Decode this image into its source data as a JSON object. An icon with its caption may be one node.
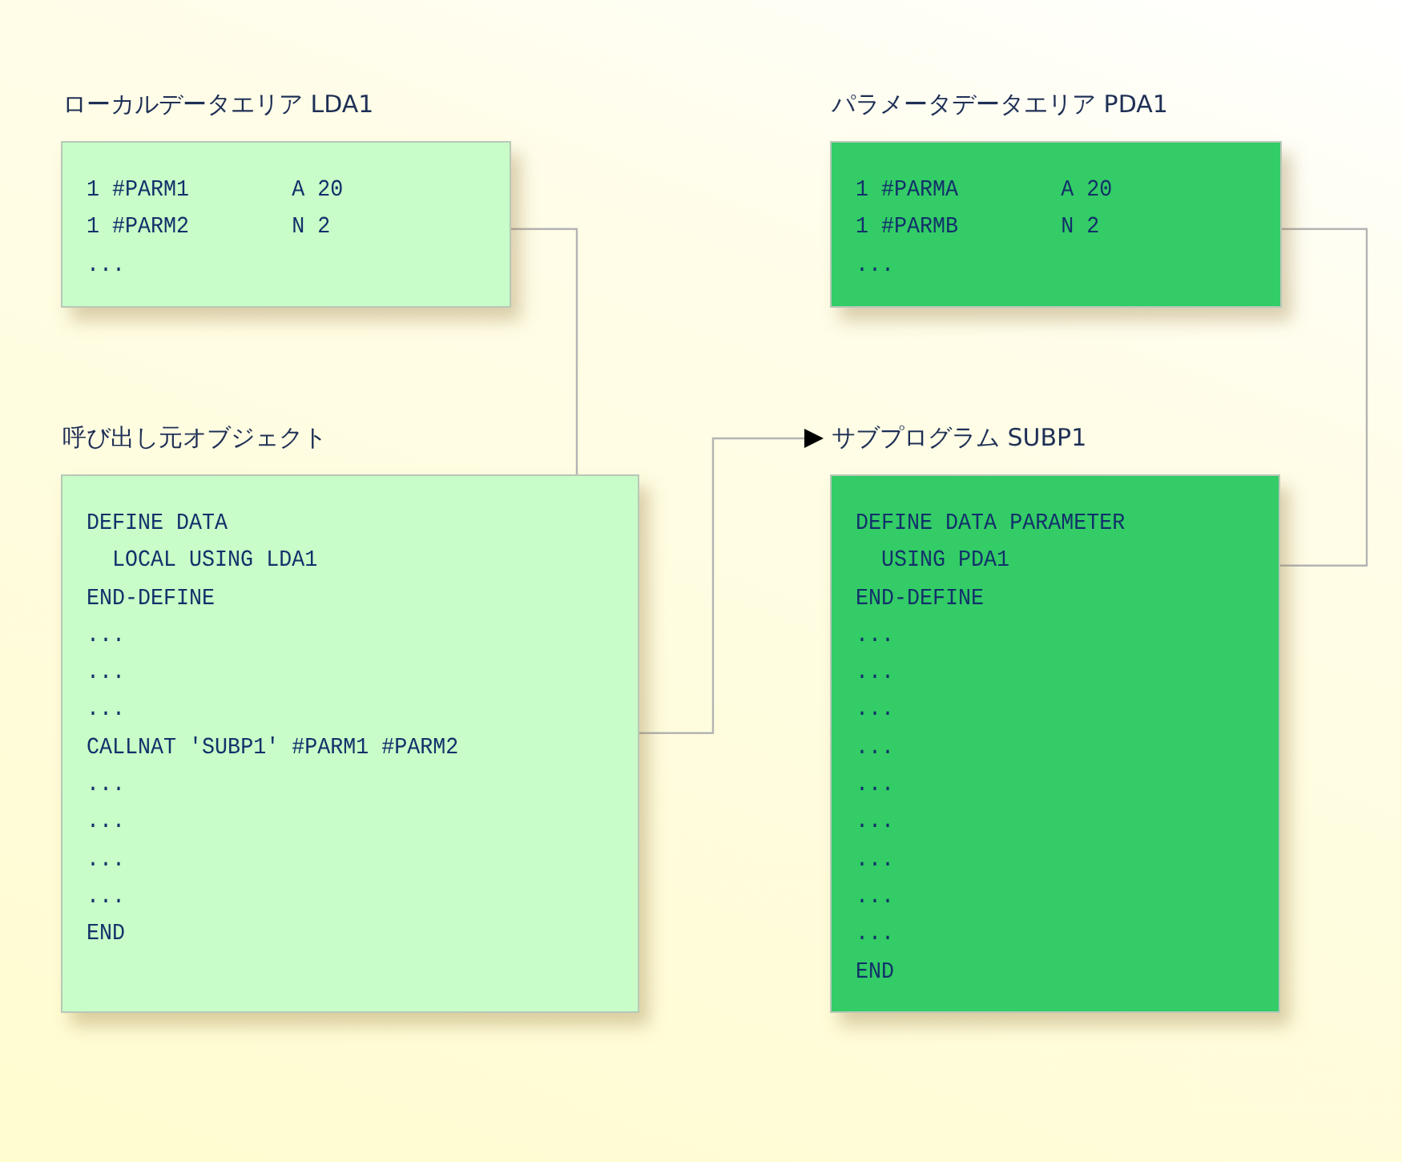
{
  "diagram": {
    "nodes": [
      {
        "text": [
          "ローカルデータエリア LDA1",
          "1 #PARM1        A 20",
          "1 #PARM2        N 2",
          "..."
        ]
      },
      {
        "text": [
          "パラメータデータエリア PDA1",
          "1 #PARMA        A 20",
          "1 #PARMB        N 2",
          "..."
        ]
      },
      {
        "text": [
          "呼び出し元オブジェクト",
          "DEFINE DATA",
          "LOCAL USING LDA1",
          "END-DEFINE",
          "...",
          "...",
          "...",
          "CALLNAT 'SUBP1' #PARM1 #PARM2",
          "...",
          "...",
          "...",
          "...",
          "END"
        ]
      },
      {
        "text": [
          "サブプログラム SUBP1",
          "DEFINE DATA PARAMETER",
          "USING PDA1",
          "END-DEFINE",
          "...",
          "...",
          "...",
          "...",
          "...",
          "...",
          "...",
          "...",
          "...",
          "END"
        ]
      }
    ],
    "edges": [
      {
        "from": 0,
        "to": 2,
        "arrow": "none"
      },
      {
        "from": 2,
        "to": 3,
        "arrow": "to"
      },
      {
        "from": 1,
        "to": 3,
        "arrow": "none"
      }
    ]
  }
}
